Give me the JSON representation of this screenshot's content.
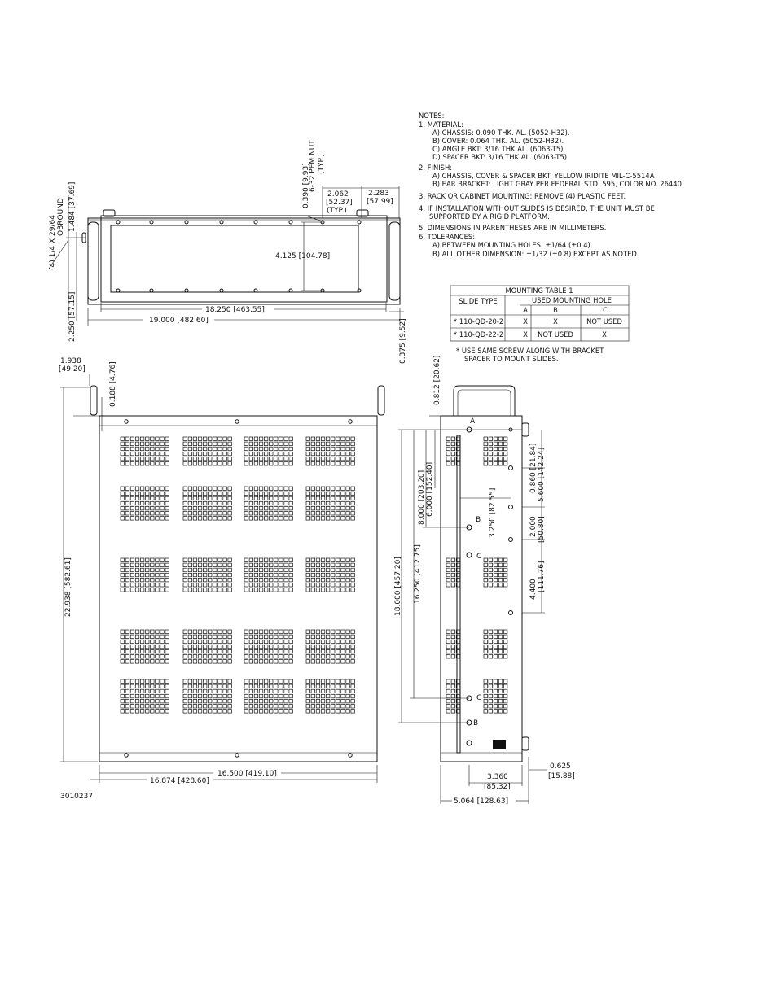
{
  "notes": {
    "title": "NOTES:",
    "lines": [
      "1. MATERIAL:",
      "A) CHASSIS: 0.090 THK. AL. (5052-H32).",
      "B) COVER: 0.064 THK. AL. (5052-H32).",
      "C) ANGLE BKT: 3/16 THK AL. (6063-T5)",
      "D) SPACER BKT: 3/16 THK AL. (6063-T5)",
      "2. FINISH:",
      "A) CHASSIS, COVER & SPACER BKT: YELLOW IRIDITE MIL-C-5514A",
      "B) EAR BRACKET: LIGHT GRAY PER FEDERAL STD. 595, COLOR NO. 26440.",
      "3. RACK OR CABINET MOUNTING: REMOVE (4) PLASTIC FEET.",
      "4. IF INSTALLATION WITHOUT SLIDES IS DESIRED, THE UNIT MUST BE",
      "SUPPORTED BY A RIGID PLATFORM.",
      "5. DIMENSIONS IN PARENTHESES ARE IN MILLIMETERS.",
      "6. TOLERANCES:",
      "A) BETWEEN MOUNTING HOLES: ±1/64 (±0.4).",
      "B) ALL OTHER DIMENSION: ±1/32 (±0.8) EXCEPT AS NOTED."
    ]
  },
  "table": {
    "title": "MOUNTING TABLE 1",
    "col_slide": "SLIDE TYPE",
    "col_used": "USED MOUNTING HOLE",
    "sub": [
      "A",
      "B",
      "C"
    ],
    "rows": [
      {
        "type": "* 110-QD-20-2",
        "a": "X",
        "b": "X",
        "c": "NOT USED"
      },
      {
        "type": "* 110-QD-22-2",
        "a": "X",
        "b": "NOT USED",
        "c": "X"
      }
    ],
    "footnote1": "* USE SAME SCREW ALONG WITH BRACKET",
    "footnote2": "SPACER TO MOUNT SLIDES."
  },
  "front_view": {
    "hole_callout": "(4) 1/4 X 29/64",
    "hole_callout2": "OBROUND",
    "d_1484": "1.484 [37.69]",
    "d_2250": "2.250 [57.15]",
    "d_0390": "0.390 [9.93]",
    "pem1": "6-32 PEM NUT",
    "pem2": "(TYP.)",
    "d_2062a": "2.062",
    "d_2062b": "[52.37]",
    "d_2062c": "(TYP.)",
    "d_2283a": "2.283",
    "d_2283b": "[57.99]",
    "d_4125": "4.125 [104.78]",
    "d_18250": "18.250 [463.55]",
    "d_19000": "19.000 [482.60]",
    "d_0375": "0.375 [9.52]"
  },
  "top_view": {
    "d_1938a": "1.938",
    "d_1938b": "[49.20]",
    "d_0188": "0.188 [4.76]",
    "d_22938": "22.938 [582.61]",
    "d_16500": "16.500 [419.10]",
    "d_16874": "16.874 [428.60]",
    "part_no": "3010237"
  },
  "side_view": {
    "d_0812": "0.812 [20.62]",
    "d_8000": "8.000 [203.20]",
    "d_6000": "6.000 [152.40]",
    "d_16250": "16.250 [412.75]",
    "d_18000": "18.000 [457.20]",
    "d_3250": "3.250 [82.55]",
    "d_0860": "0.860 [21.84]",
    "d_5600": "5.600 [142.24]",
    "d_2000a": "2.000",
    "d_2000b": "[50.80]",
    "d_4400a": "4.400",
    "d_4400b": "[111.76]",
    "d_3360a": "3.360",
    "d_3360b": "[85.32]",
    "d_0625a": "0.625",
    "d_0625b": "[15.88]",
    "d_5064": "5.064 [128.63]",
    "hole_a": "A",
    "hole_b": "B",
    "hole_c": "C"
  }
}
